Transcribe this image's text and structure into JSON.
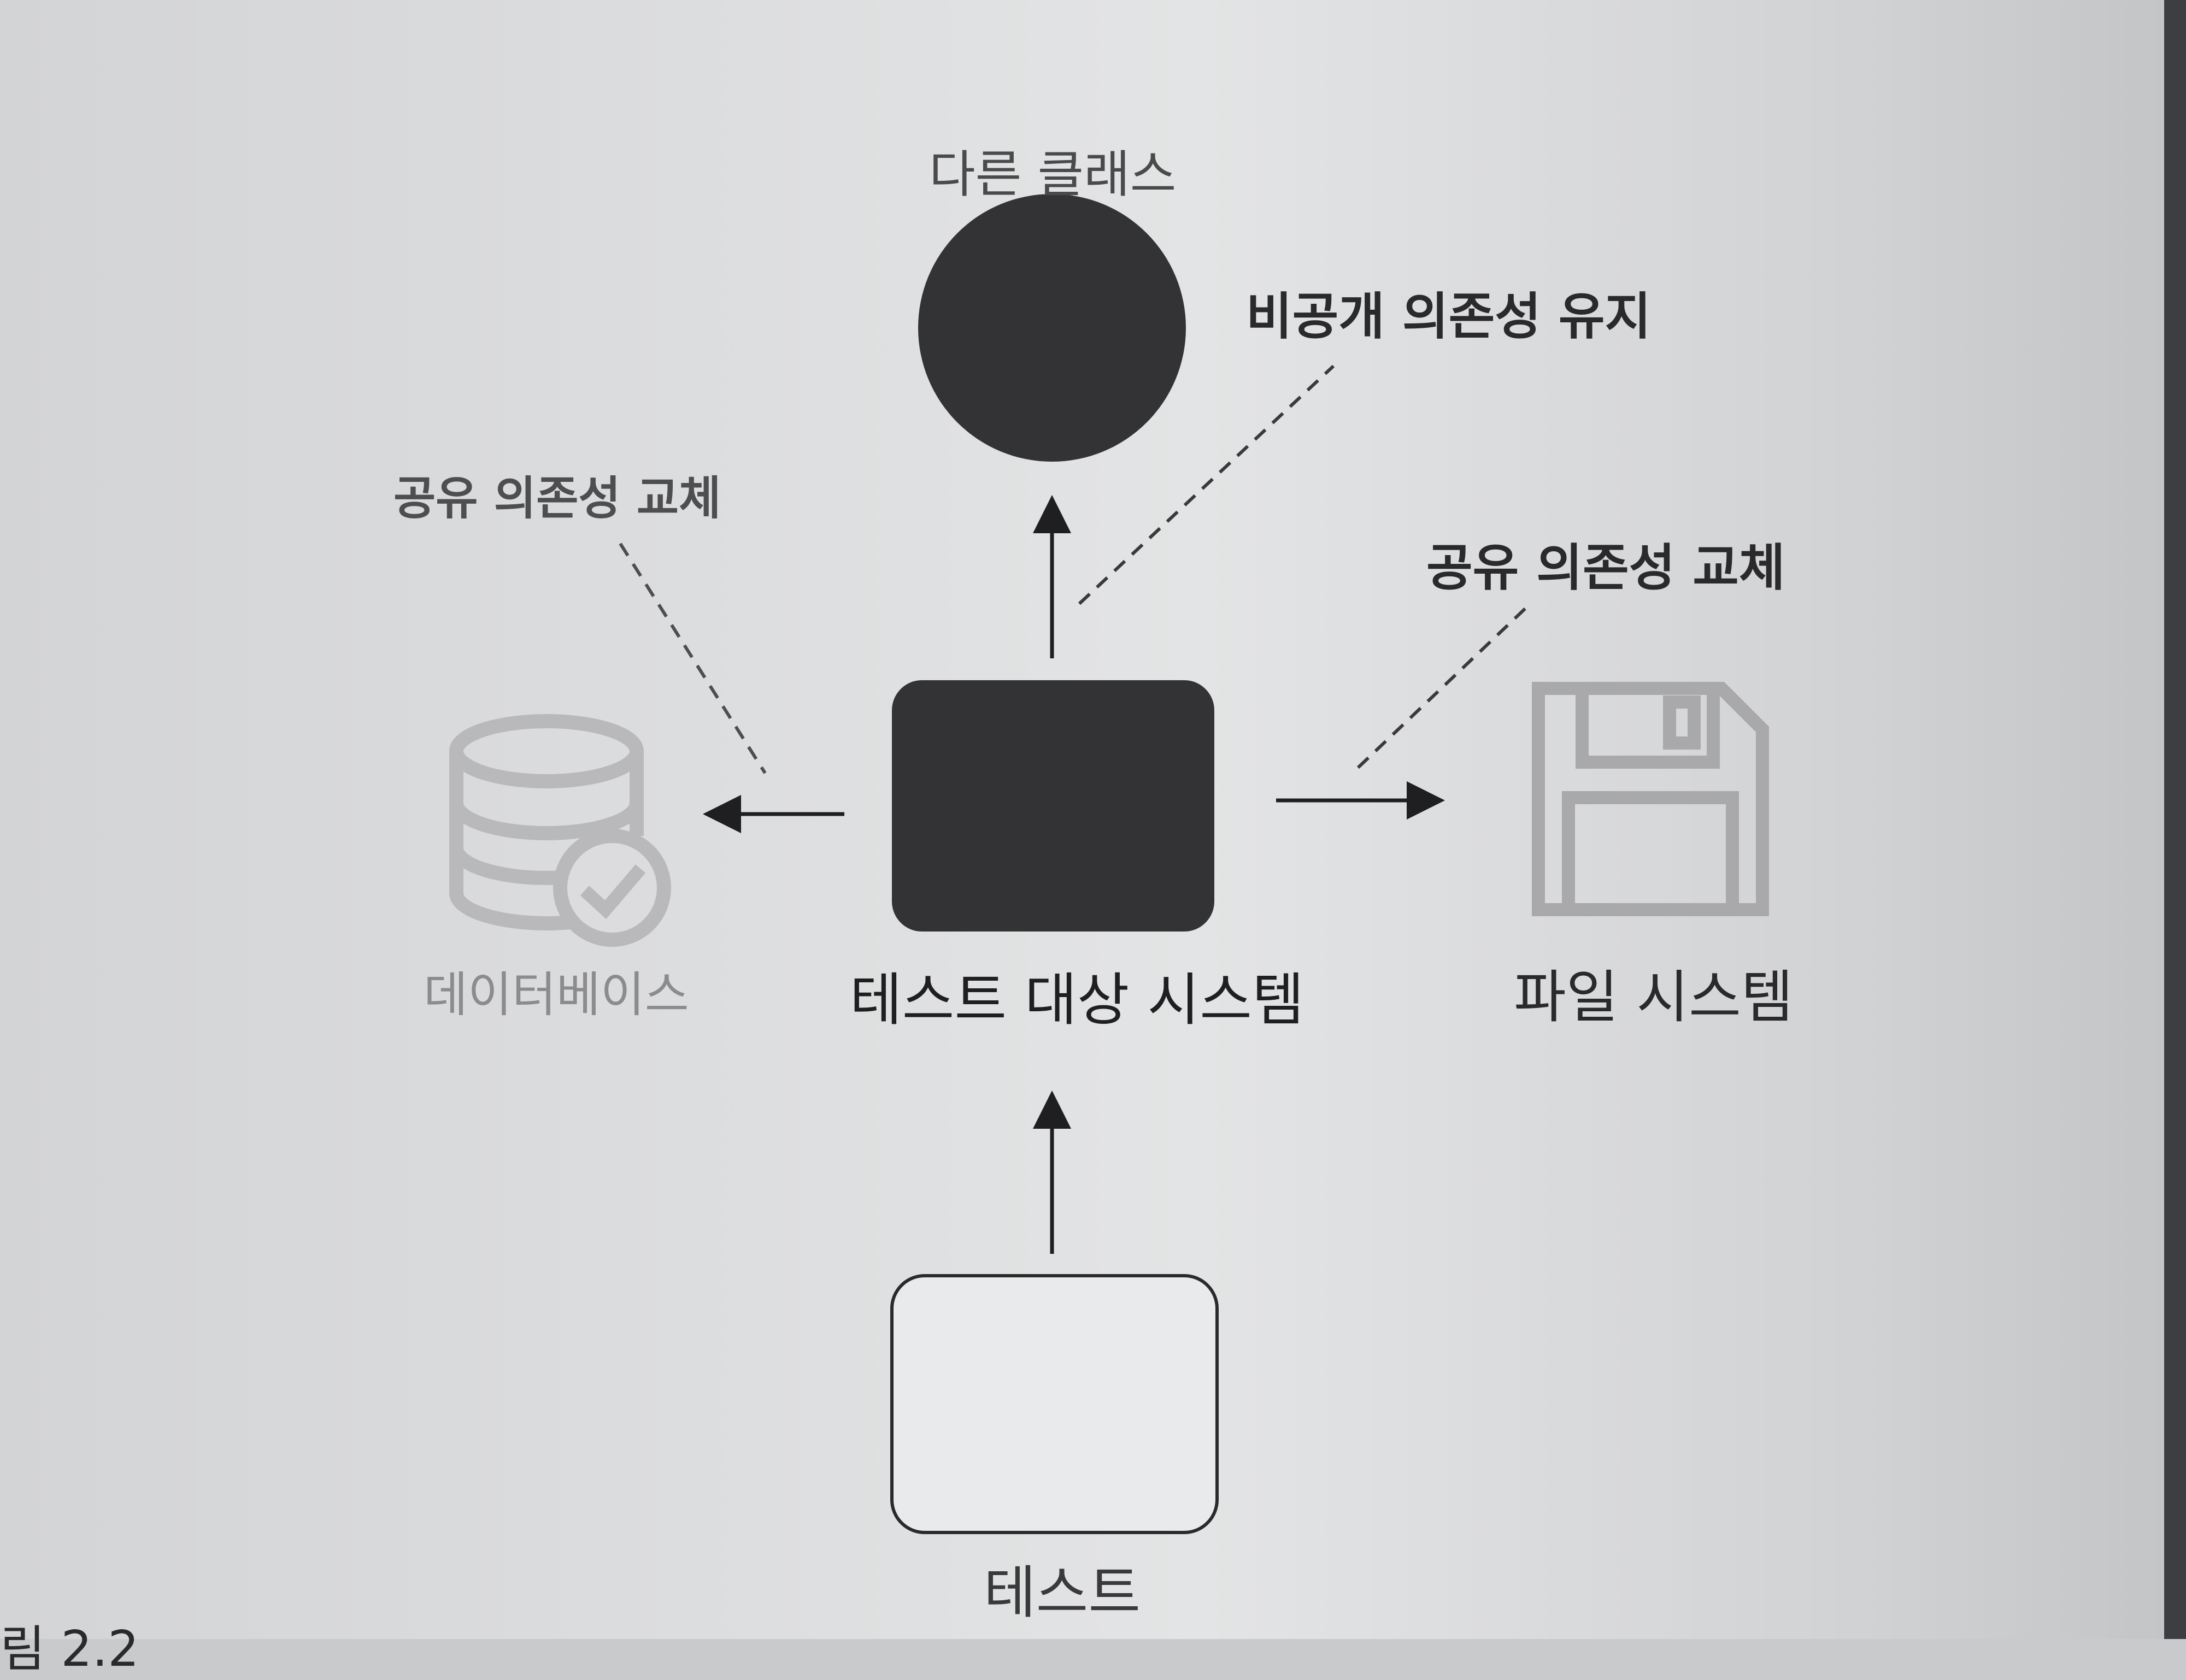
{
  "diagram": {
    "nodes": {
      "other_class": {
        "label": "다른 클래스"
      },
      "system_under_test": {
        "label": "테스트 대상 시스템"
      },
      "database": {
        "label": "데이터베이스"
      },
      "file_system": {
        "label": "파일 시스템"
      },
      "test": {
        "label": "테스트"
      }
    },
    "annotations": {
      "keep_private": "비공개 의존성 유지",
      "replace_shared_left": "공유 의존성 교체",
      "replace_shared_right": "공유 의존성 교체"
    },
    "caption_fragment": "림 2.2"
  },
  "colors": {
    "node_fill_dark": "#333335",
    "database_icon": "#b9b9bb",
    "floppy_icon": "#a9a9ab",
    "arrow": "#1f1f21",
    "dashed_line": "#3a3a3c"
  }
}
